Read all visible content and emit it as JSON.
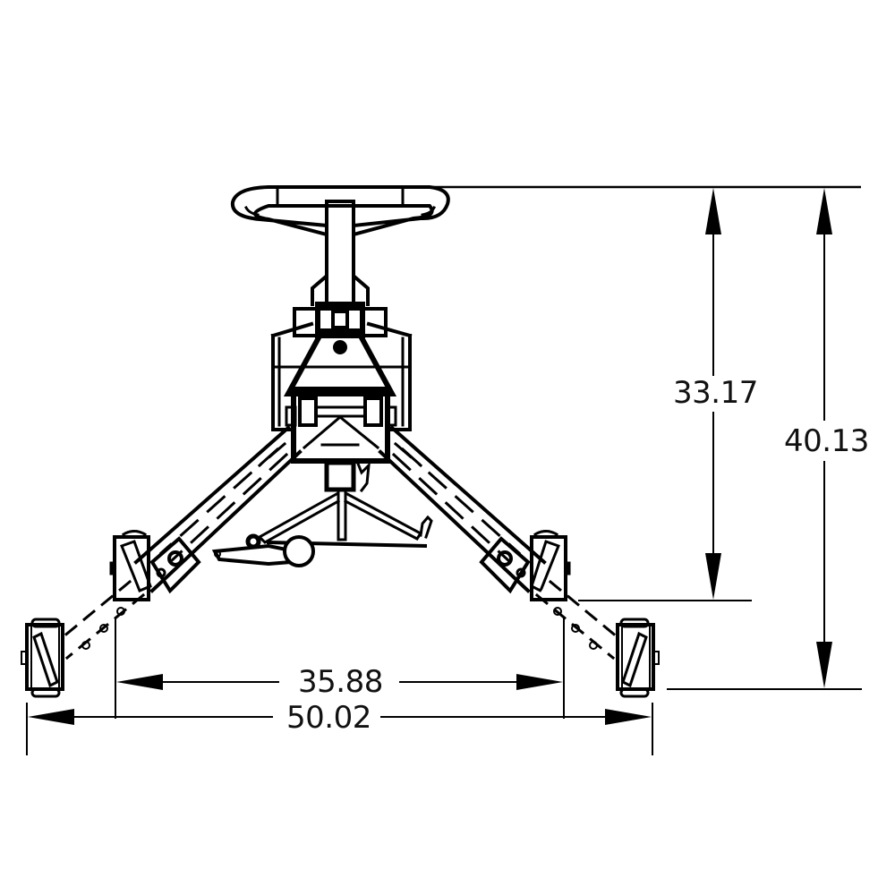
{
  "diagram": {
    "subject": "tripod wheeled base with handwheel — front elevation",
    "line_color": "#000000",
    "background": "#ffffff",
    "dimensions": {
      "inner_height": {
        "label": "33.17",
        "orientation": "vertical"
      },
      "overall_height": {
        "label": "40.13",
        "orientation": "vertical"
      },
      "inner_width": {
        "label": "35.88",
        "orientation": "horizontal"
      },
      "overall_width": {
        "label": "50.02",
        "orientation": "horizontal"
      }
    },
    "components": [
      "handwheel",
      "center-column",
      "column-clamp",
      "head-frame",
      "left-leg",
      "right-leg",
      "inner-left-caster",
      "inner-right-caster",
      "outer-left-caster",
      "outer-right-caster",
      "center-strut-linkage",
      "foot-lever"
    ]
  }
}
